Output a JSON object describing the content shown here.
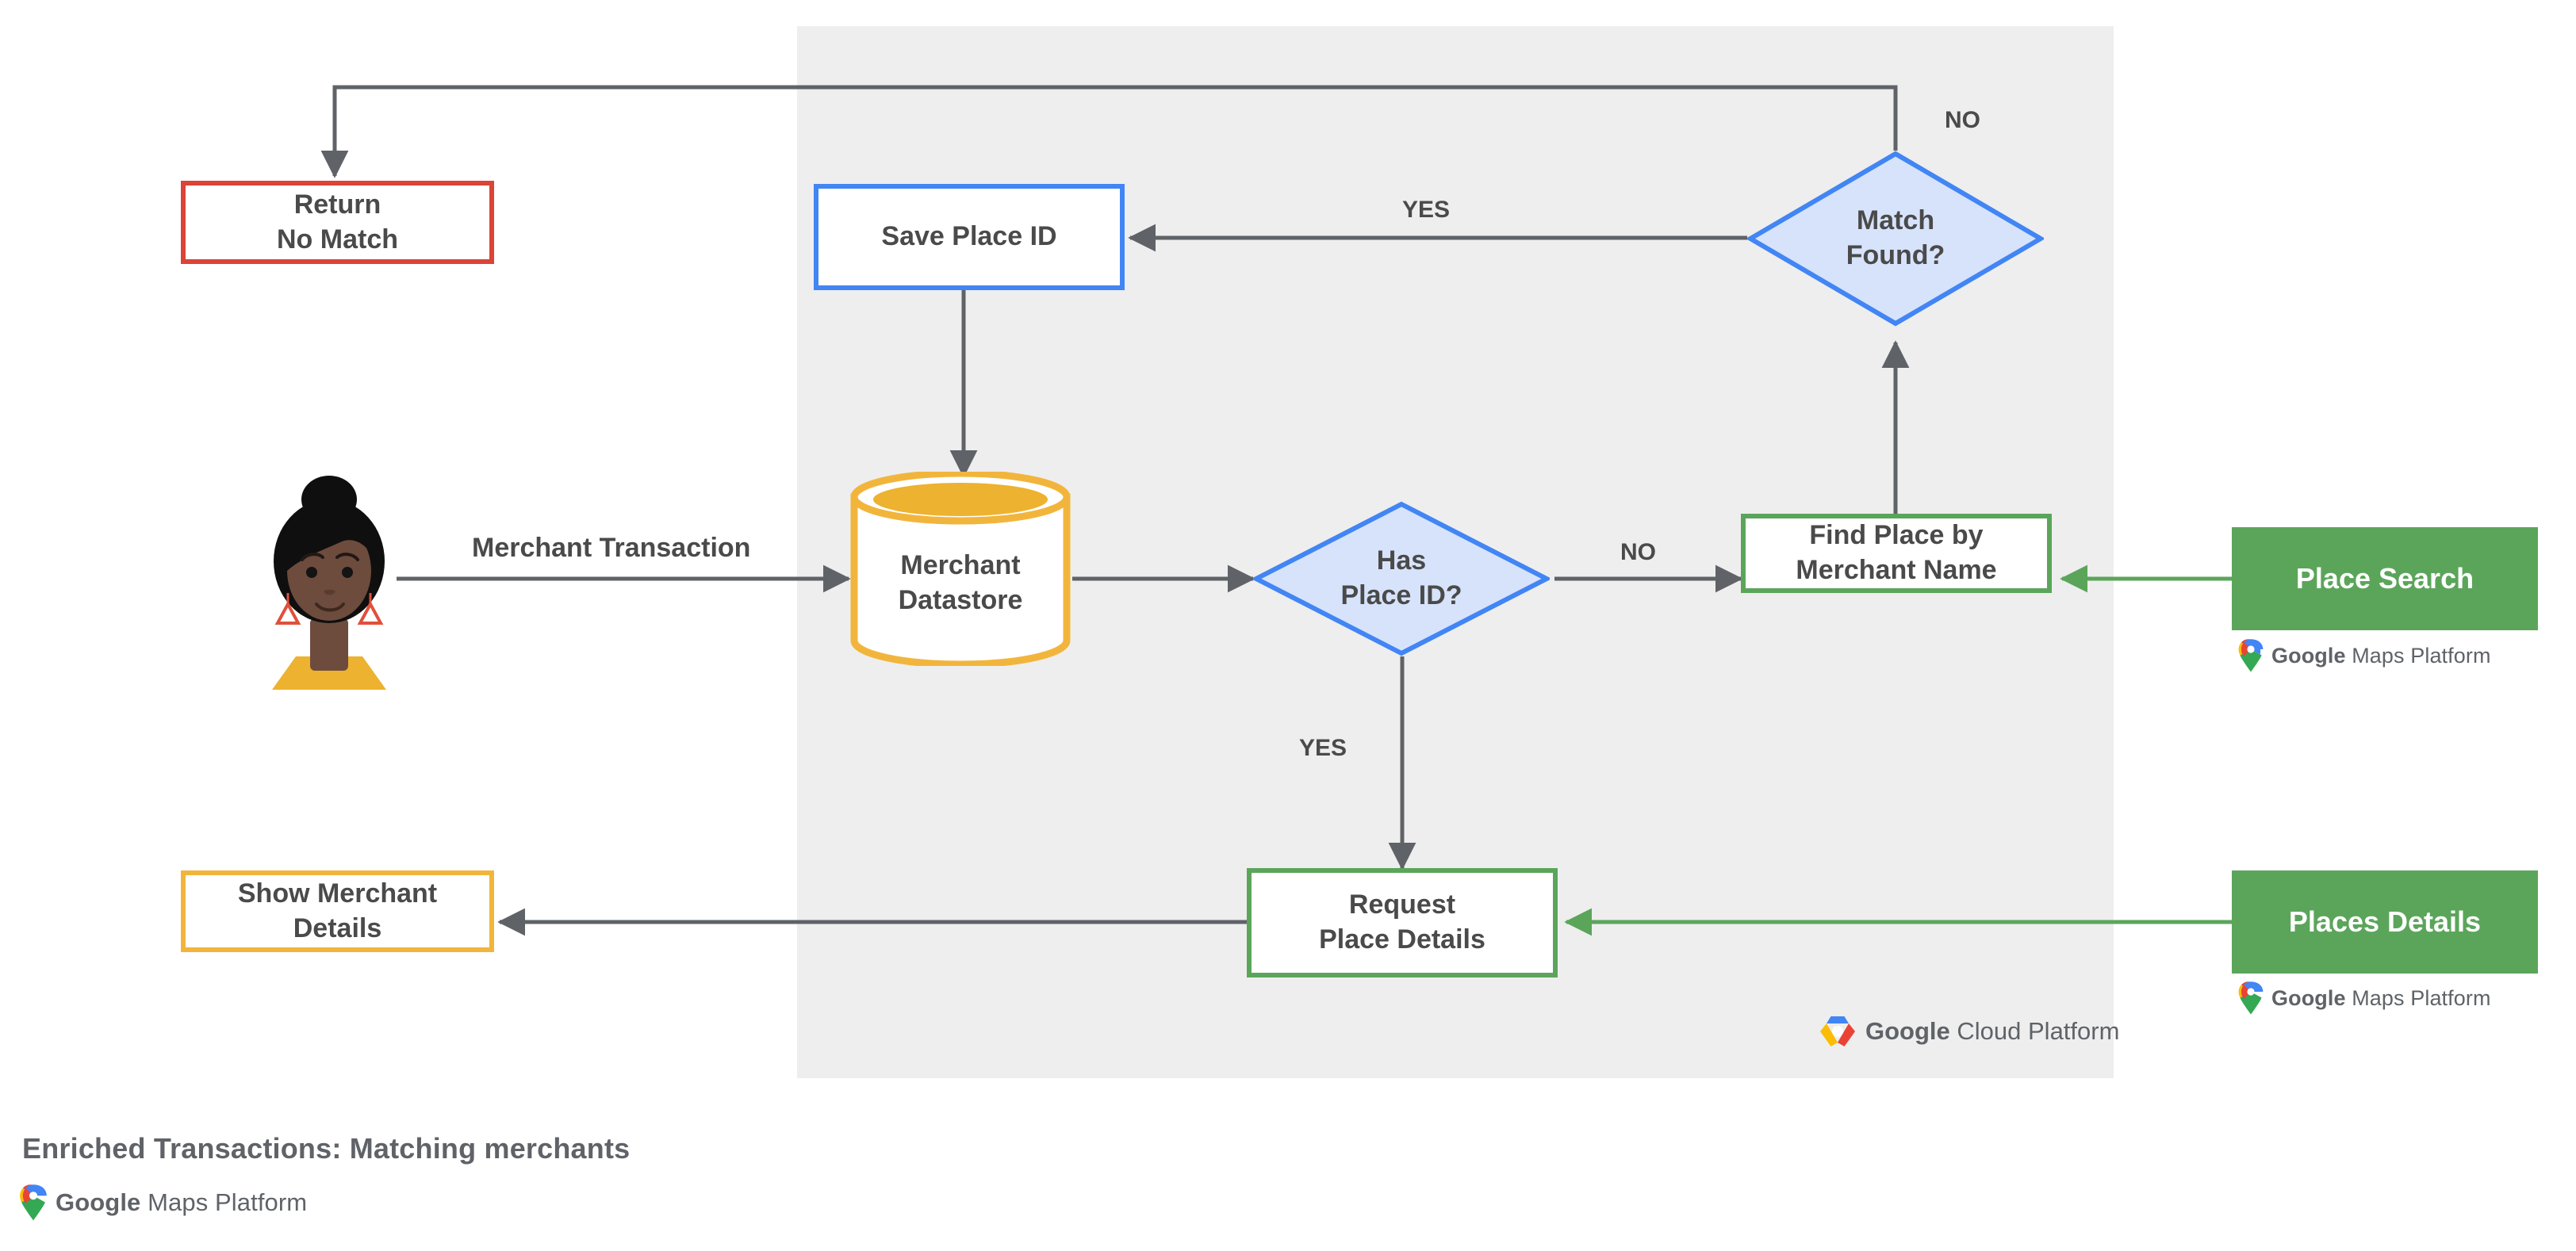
{
  "caption": {
    "title": "Enriched Transactions: Matching merchants"
  },
  "branding": {
    "maps_platform_google": "Google",
    "maps_platform_rest": " Maps Platform",
    "cloud_platform_google": "Google",
    "cloud_platform_rest": " Cloud Platform"
  },
  "colors": {
    "red": "#DB4437",
    "blue": "#4285F4",
    "diamond_fill": "#D7E3FB",
    "green": "#5BA55B",
    "yellow": "#F2B53C",
    "panel": "#EEEEEE",
    "edge": "#5f6368",
    "text": "#4a4a4a"
  },
  "nodes": {
    "return_no_match": {
      "label": "Return\nNo Match"
    },
    "save_place_id": {
      "label": "Save Place ID"
    },
    "match_found": {
      "label": "Match\nFound?"
    },
    "merchant_datastore": {
      "label": "Merchant\nDatastore"
    },
    "has_place_id": {
      "label": "Has\nPlace ID?"
    },
    "find_place_by_merchant_name": {
      "label": "Find Place by\nMerchant Name"
    },
    "request_place_details": {
      "label": "Request\nPlace Details"
    },
    "show_merchant_details": {
      "label": "Show Merchant\nDetails"
    },
    "place_search_api": {
      "label": "Place Search"
    },
    "places_details_api": {
      "label": "Places Details"
    }
  },
  "edge_labels": {
    "merchant_transaction": "Merchant Transaction",
    "match_found_no": "NO",
    "match_found_yes": "YES",
    "has_place_id_no": "NO",
    "has_place_id_yes": "YES"
  },
  "actor": {
    "name": "merchant-customer-avatar"
  }
}
